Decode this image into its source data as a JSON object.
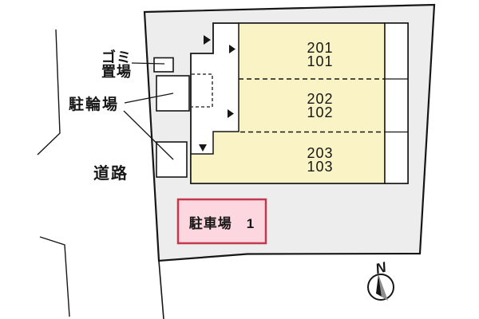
{
  "title": "site-layout-plan",
  "labels": {
    "garbage": {
      "line1": "ゴミ",
      "line2": "置場"
    },
    "bicycle": "駐輪場",
    "road": "道路",
    "parking": "駐車場　1",
    "compass_north": "N"
  },
  "building": {
    "rooms": [
      {
        "upper": "201",
        "lower": "101"
      },
      {
        "upper": "202",
        "lower": "102"
      },
      {
        "upper": "203",
        "lower": "103"
      }
    ]
  },
  "colors": {
    "site_fill": "#ededed",
    "building_fill": "#ffffff",
    "room_fill": "#f9f3c6",
    "parking_fill": "#fcd7df",
    "parking_border": "#c2394f",
    "line": "#161616",
    "compass_gray": "#8d8d8d"
  },
  "icons": {
    "entrance_right": "triangle-right-icon",
    "entrance_down": "triangle-down-icon",
    "compass": "compass-north-icon"
  }
}
